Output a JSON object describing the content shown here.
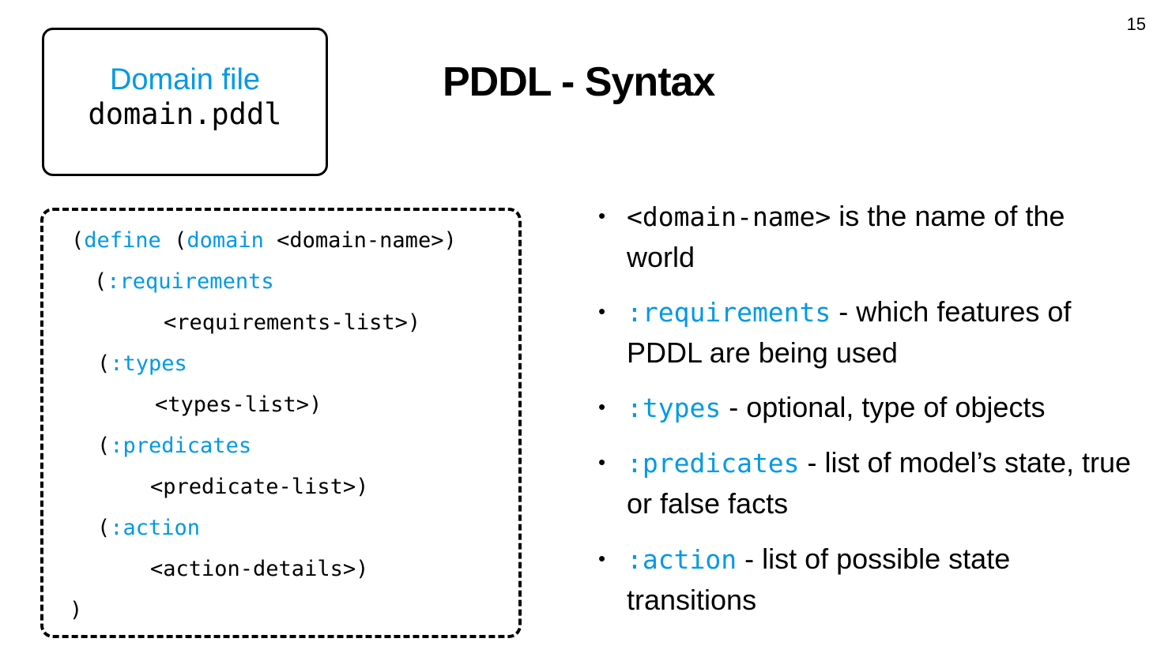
{
  "slide": {
    "page_number": "15",
    "title": "PDDL - Syntax"
  },
  "file_box": {
    "label": "Domain file",
    "filename": "domain.pddl"
  },
  "code": {
    "line1": {
      "open": "(",
      "kw1": "define",
      "sp": " (",
      "kw2": "domain",
      "rest": " <domain-name>)"
    },
    "line2": {
      "open": "(",
      "kw": ":requirements"
    },
    "line3": {
      "text": "<requirements-list>)"
    },
    "line4": {
      "open": "(",
      "kw": ":types"
    },
    "line5": {
      "text": "<types-list>)"
    },
    "line6": {
      "open": "(",
      "kw": ":predicates"
    },
    "line7": {
      "text": "<predicate-list>)"
    },
    "line8": {
      "open": "(",
      "kw": ":action"
    },
    "line9": {
      "text": "<action-details>)"
    },
    "line10": {
      "text": ")"
    }
  },
  "bullets": [
    {
      "code": "<domain-name>",
      "text": " is the name of the world"
    },
    {
      "code": ":requirements",
      "text": "  - which features of PDDL are being used"
    },
    {
      "code": ":types",
      "text": " - optional, type of objects"
    },
    {
      "code": ":predicates",
      "text": " - list of model’s state, true or false facts"
    },
    {
      "code": ":action",
      "text": " - list of possible state transitions"
    }
  ],
  "colors": {
    "keyword": "#0099e6",
    "text": "#000000",
    "background": "#ffffff"
  }
}
